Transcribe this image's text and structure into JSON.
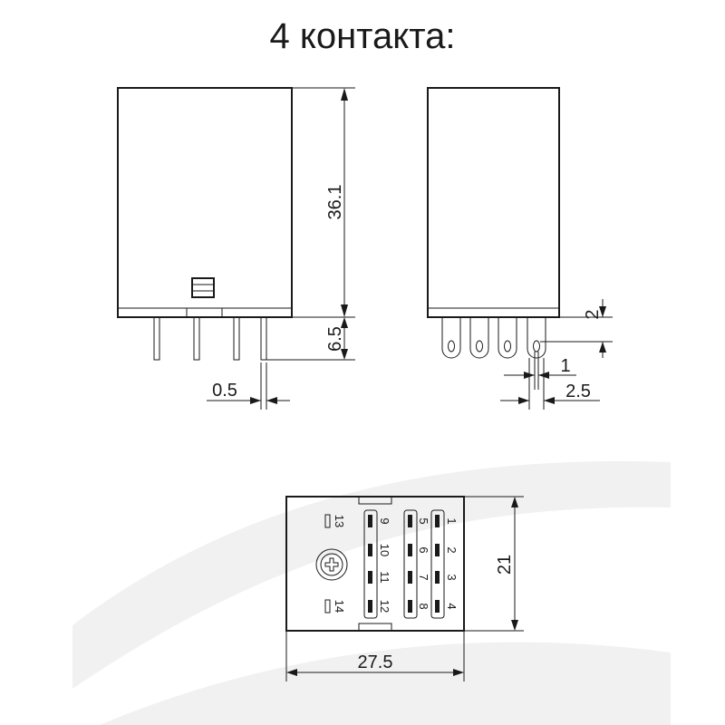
{
  "title": "4 контакта:",
  "dimensions": {
    "body_height": "36.1",
    "pin_length": "6.5",
    "pin_thickness": "0.5",
    "slot_offset": "2",
    "hole_width": "1",
    "pin_width": "2.5",
    "base_height": "21",
    "base_width": "27.5"
  },
  "pin_labels": {
    "p13": "13",
    "p14": "14",
    "p9": "9",
    "p10": "10",
    "p11": "11",
    "p12": "12",
    "p5": "5",
    "p6": "6",
    "p7": "7",
    "p8": "8",
    "p1": "1",
    "p2": "2",
    "p3": "3",
    "p4": "4"
  }
}
